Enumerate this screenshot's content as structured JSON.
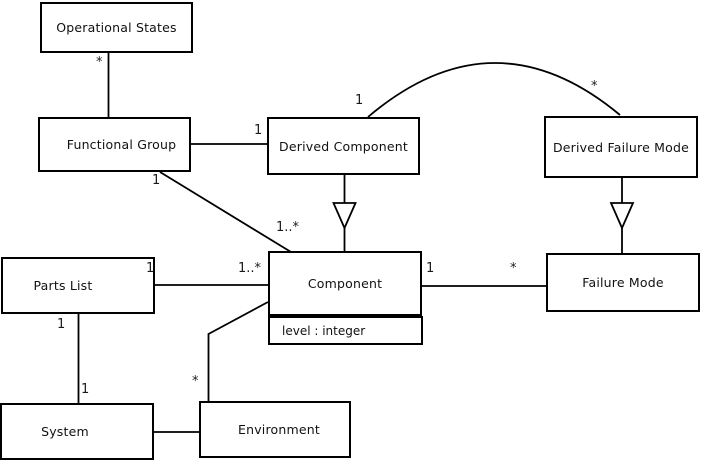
{
  "diagram": {
    "type": "uml-class-diagram",
    "colors": {
      "background": "#ffffff",
      "line": "#000000",
      "text": "#111111"
    },
    "classes": {
      "operational_states": {
        "label": "Operational States"
      },
      "functional_group": {
        "label": "Functional Group"
      },
      "derived_component": {
        "label": "Derived Component"
      },
      "derived_failure_mode": {
        "label": "Derived Failure Mode"
      },
      "parts_list": {
        "label": "Parts List"
      },
      "component": {
        "label": "Component",
        "attribute": "level : integer"
      },
      "failure_mode": {
        "label": "Failure Mode"
      },
      "system": {
        "label": "System"
      },
      "environment": {
        "label": "Environment"
      }
    },
    "multiplicities": [
      {
        "text": "*",
        "at": "operational_states-end-of-functional_group-link"
      },
      {
        "text": "1",
        "at": "derived_component-end-of-functional_group-link"
      },
      {
        "text": "1",
        "at": "derived_component-end-of-arc"
      },
      {
        "text": "*",
        "at": "derived_failure_mode-end-of-arc"
      },
      {
        "text": "1",
        "at": "functional_group-end-of-component-link"
      },
      {
        "text": "1..*",
        "at": "component-end-of-functional_group-link"
      },
      {
        "text": "1",
        "at": "parts_list-end-of-component-link"
      },
      {
        "text": "1..*",
        "at": "component-end-of-parts_list-link"
      },
      {
        "text": "1",
        "at": "component-end-of-failure_mode-link"
      },
      {
        "text": "*",
        "at": "failure_mode-end-of-component-link"
      },
      {
        "text": "1",
        "at": "parts_list-end-of-system-link"
      },
      {
        "text": "1",
        "at": "system-end-of-parts_list-link"
      },
      {
        "text": "*",
        "at": "environment-end-of-component-link"
      }
    ],
    "associations": [
      {
        "a": "operational_states",
        "b": "functional_group",
        "mult_a": "*"
      },
      {
        "a": "functional_group",
        "b": "derived_component",
        "mult_b": "1"
      },
      {
        "a": "derived_component",
        "b": "derived_failure_mode",
        "mult_a": "1",
        "mult_b": "*",
        "style": "arc"
      },
      {
        "a": "functional_group",
        "b": "component",
        "mult_a": "1",
        "mult_b": "1..*"
      },
      {
        "a": "parts_list",
        "b": "component",
        "mult_a": "1",
        "mult_b": "1..*"
      },
      {
        "a": "component",
        "b": "failure_mode",
        "mult_a": "1",
        "mult_b": "*"
      },
      {
        "a": "parts_list",
        "b": "system",
        "mult_a": "1",
        "mult_b": "1"
      },
      {
        "a": "system",
        "b": "environment"
      },
      {
        "a": "component",
        "b": "environment",
        "mult_b": "*"
      }
    ],
    "generalizations": [
      {
        "child": "derived_component",
        "parent": "component"
      },
      {
        "child": "derived_failure_mode",
        "parent": "failure_mode"
      }
    ]
  }
}
